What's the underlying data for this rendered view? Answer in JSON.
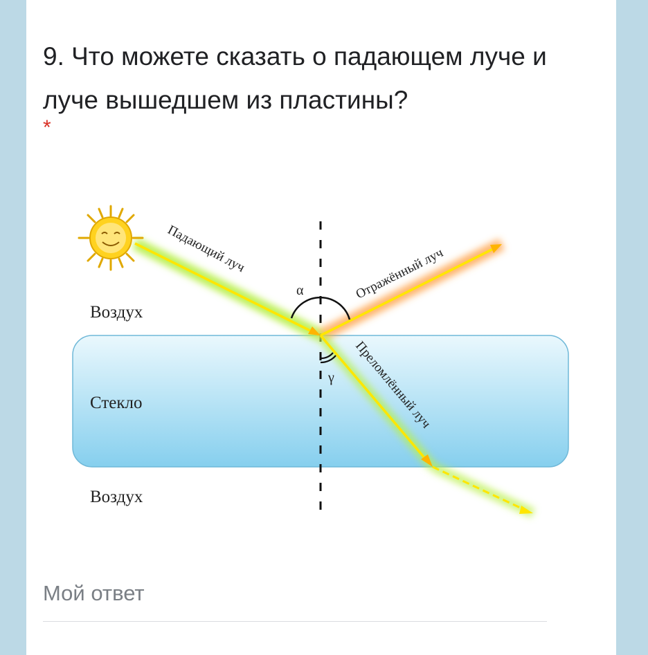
{
  "question": {
    "text": "9. Что можете сказать о падающем луче и луче вышедшем из пластины?",
    "required_mark": "*"
  },
  "diagram": {
    "labels": {
      "air_top": "Воздух",
      "glass": "Стекло",
      "air_bottom": "Воздух",
      "incident_ray": "Падающий луч",
      "reflected_ray": "Отражённый луч",
      "refracted_ray": "Преломлённый луч",
      "angle_alpha": "α",
      "angle_gamma": "γ"
    },
    "colors": {
      "glass_fill_top": "#e8f7fd",
      "glass_fill_bottom": "#8fd3ee",
      "glass_border": "#6fb8d8",
      "ray_yellow": "#ffe600",
      "glow_green": "#b9f04a",
      "glow_orange": "#ff9d3c",
      "sun": "#ffd21f"
    },
    "icons": [
      "sun-icon"
    ]
  },
  "answer": {
    "placeholder": "Мой ответ"
  }
}
